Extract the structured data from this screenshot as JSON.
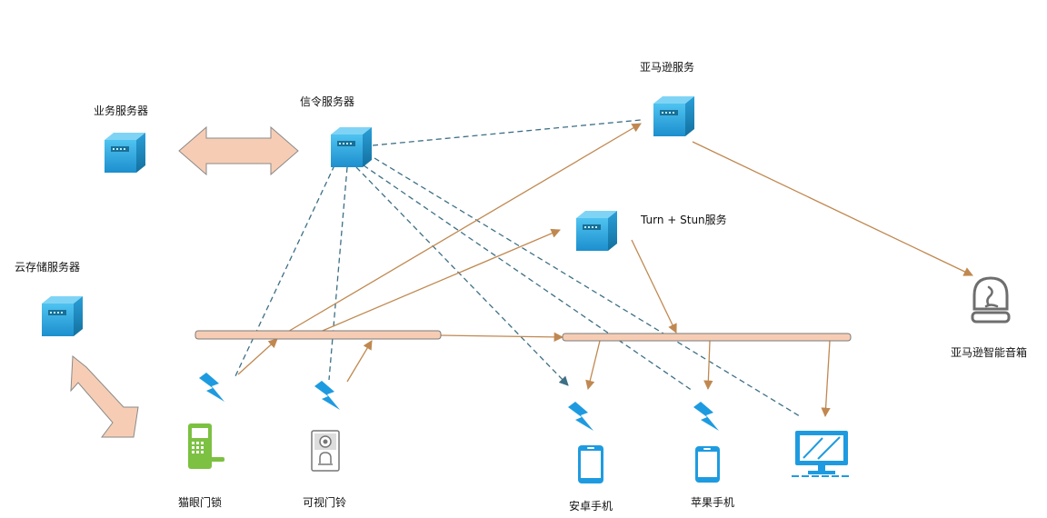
{
  "labels": {
    "business_server": "业务服务器",
    "signaling_server": "信令服务器",
    "amazon_service": "亚马逊服务",
    "turn_stun": "Turn + Stun服务",
    "cloud_storage": "云存储服务器",
    "amazon_speaker": "亚马逊智能音箱",
    "cat_eye_lock": "猫眼门锁",
    "video_doorbell": "可视门铃",
    "android_phone": "安卓手机",
    "apple_phone": "苹果手机"
  },
  "icons": {
    "server": "server-icon",
    "wireless": "lightning-icon",
    "speaker": "smart-speaker-icon",
    "lock": "door-lock-icon",
    "doorbell": "doorbell-icon",
    "phone": "phone-icon",
    "monitor": "monitor-icon"
  },
  "colors": {
    "server_blue": "#2a9fd8",
    "bus_fill": "#f6cdb4",
    "arrow_orange": "#c08850",
    "dashed_signal": "#3d6f86",
    "lightning_blue": "#1e9be0",
    "lock_green": "#7cc142",
    "speaker_gray": "#6e6e6e"
  }
}
